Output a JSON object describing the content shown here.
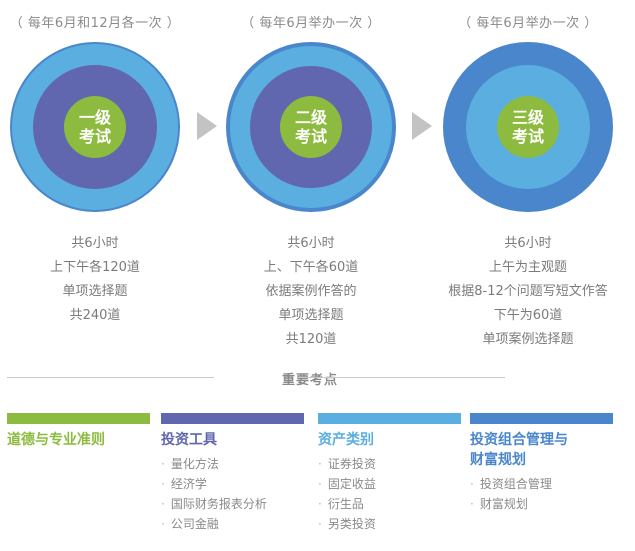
{
  "colors": {
    "green": "#8cbb3f",
    "purple": "#6167ae",
    "light_blue": "#5aafe0",
    "dark_blue": "#4a86cc",
    "arrow_gray": "#c3c3c3",
    "text_gray": "#7b7b7b"
  },
  "levels": [
    {
      "frequency": "（ 每年6月和12月各一次 ）",
      "badge_line1": "一级",
      "badge_line2": "考试",
      "details": [
        "共6小时",
        "上下午各120道",
        "单项选择题",
        "共240道"
      ]
    },
    {
      "frequency": "（ 每年6月举办一次 ）",
      "badge_line1": "二级",
      "badge_line2": "考试",
      "details": [
        "共6小时",
        "上、下午各60道",
        "依据案例作答的",
        "单项选择题",
        "共120道"
      ]
    },
    {
      "frequency": "（ 每年6月举办一次 ）",
      "badge_line1": "三级",
      "badge_line2": "考试",
      "details": [
        "共6小时",
        "上午为主观题",
        "根据8-12个问题写短文作答",
        "下午为60道",
        "单项案例选择题"
      ]
    }
  ],
  "section_title": "重要考点",
  "topics": [
    {
      "title": "道德与专业准则",
      "title2": "",
      "color": "#8cbb3f",
      "items": []
    },
    {
      "title": "投资工具",
      "title2": "",
      "color": "#6167ae",
      "items": [
        "量化方法",
        "经济学",
        "国际财务报表分析",
        "公司金融"
      ]
    },
    {
      "title": "资产类别",
      "title2": "",
      "color": "#5aafe0",
      "items": [
        "证券投资",
        "固定收益",
        "衍生品",
        "另类投资"
      ]
    },
    {
      "title": "投资组合管理与",
      "title2": "财富规划",
      "color": "#4a86cc",
      "items": [
        "投资组合管理",
        "财富规划"
      ]
    }
  ]
}
